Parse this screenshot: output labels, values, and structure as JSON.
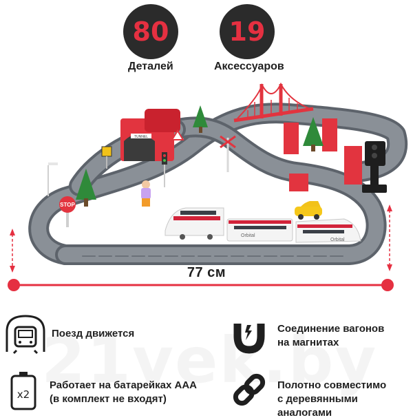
{
  "stats": [
    {
      "number": "80",
      "label": "Деталей"
    },
    {
      "number": "19",
      "label": "Аксессуаров"
    }
  ],
  "product": {
    "dimension": "77 см",
    "scene_labels": {
      "tunnel_sign": "TUNNEL",
      "stop_sign": "STOP",
      "train_brand": "Orbital"
    }
  },
  "features": [
    {
      "icon": "train-icon",
      "text": "Поезд движется"
    },
    {
      "icon": "magnet-icon",
      "lines": [
        "Соединение вагонов",
        "на магнитах"
      ]
    },
    {
      "icon": "battery-icon",
      "lines": [
        "Работает на батарейках ААА",
        "(в комплект не входят)"
      ]
    },
    {
      "icon": "link-icon",
      "lines": [
        "Полотно совместимо",
        "с деревянными аналогами"
      ]
    }
  ],
  "watermark": "21vek.by",
  "colors": {
    "accent": "#e53041",
    "dark": "#2b2b2b",
    "track": "#7a8088"
  }
}
